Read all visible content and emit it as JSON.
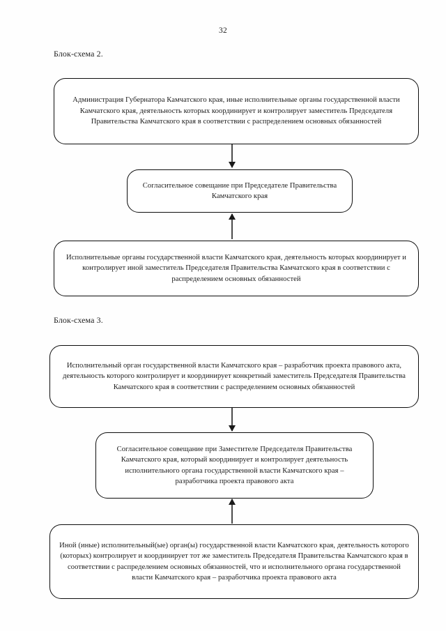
{
  "document": {
    "page_number": "32"
  },
  "sections": [
    {
      "caption": "Блок-схема 2.",
      "boxes": [
        {
          "text": "Администрация Губернатора Камчатского края, иные исполнительные органы государственной власти Камчатского края, деятельность которых координирует и контролирует заместитель Председателя Правительства Камчатского края в соответствии с распределением основных обязанностей"
        },
        {
          "text": "Согласительное совещание при Председателе Правительства Камчатского края"
        },
        {
          "text": "Исполнительные органы государственной власти Камчатского края, деятельность которых координирует и контролирует иной заместитель Председателя Правительства Камчатского края в соответствии с распределением основных обязанностей"
        }
      ],
      "connectors": [
        {
          "direction": "down"
        },
        {
          "direction": "up"
        }
      ]
    },
    {
      "caption": "Блок-схема 3.",
      "boxes": [
        {
          "text": "Исполнительный орган государственной власти Камчатского края – разработчик проекта правового акта, деятельность которого контролирует и координирует конкретный заместитель Председателя Правительства Камчатского края в соответствии с распределением основных обязанностей"
        },
        {
          "text": "Согласительное совещание при Заместителе Председателя Правительства Камчатского края, который координирует и контролирует деятельность исполнительного органа государственной власти Камчатского края – разработчика проекта правового акта"
        },
        {
          "text": "Иной (иные) исполнительный(ые) орган(ы) государственной власти Камчатского края, деятельность которого (которых) контролирует и координирует тот же заместитель Председателя Правительства Камчатского края в соответствии с распределением основных обязанностей, что и исполнительного органа государственной власти Камчатского края – разработчика проекта правового акта"
        }
      ],
      "connectors": [
        {
          "direction": "down"
        },
        {
          "direction": "up"
        }
      ]
    }
  ],
  "colors": {
    "page_background": "#fefefe",
    "box_border": "#0c0c0c",
    "text": "#1b1b1b",
    "arrow": "#1a1a1a"
  }
}
